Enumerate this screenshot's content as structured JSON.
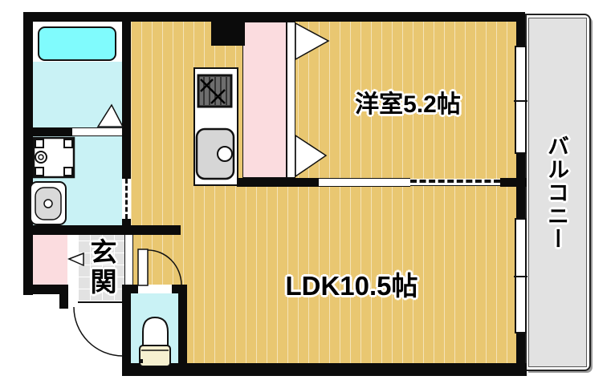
{
  "plan": {
    "rooms": {
      "western_room": {
        "label": "洋室5.2帖"
      },
      "ldk": {
        "label": "LDK10.5帖"
      },
      "balcony": {
        "label": "バルコニー"
      },
      "entrance": {
        "label": "玄関"
      }
    },
    "fixtures": [
      {
        "name": "bathtub"
      },
      {
        "name": "washing-machine-pan"
      },
      {
        "name": "washbasin"
      },
      {
        "name": "kitchen-stove"
      },
      {
        "name": "kitchen-sink"
      },
      {
        "name": "toilet"
      }
    ],
    "colors": {
      "wood_floor": "#e9c771",
      "wood_floor_stripe": "#f7e7ae",
      "water_area_floor": "#c9f2f5",
      "bathtub_fill": "#80fbfd",
      "closet_pink": "#fbdcdf",
      "balcony_gray": "#e2e2e2",
      "entrance_tile": "#e2e2e2",
      "wall": "#0b0b0b"
    }
  }
}
